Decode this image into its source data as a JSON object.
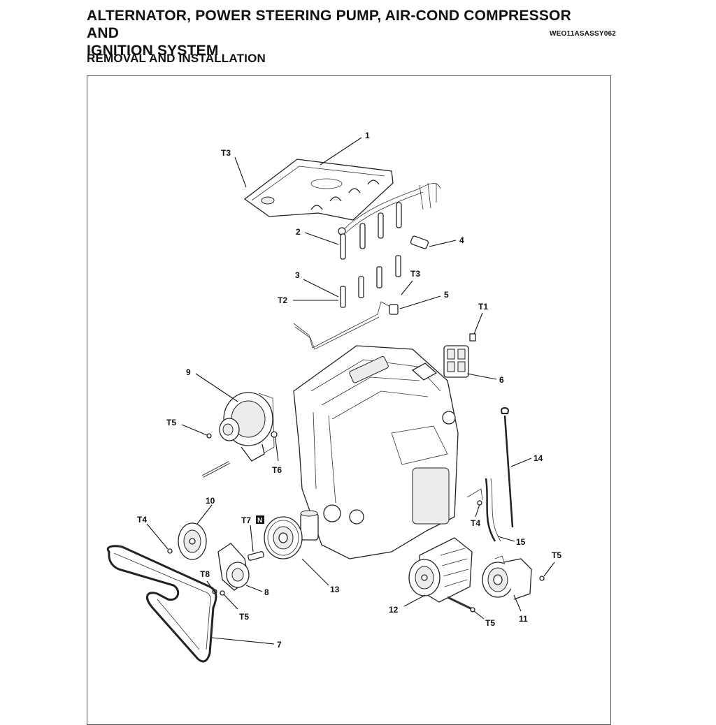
{
  "header": {
    "title_line1": "ALTERNATOR, POWER STEERING PUMP, AIR-COND COMPRESSOR AND",
    "title_line2": "IGNITION SYSTEM",
    "doc_code": "WEO11ASASSY062",
    "section": "REMOVAL AND INSTALLATION"
  },
  "callouts": {
    "p1": "1",
    "p2": "2",
    "p3": "3",
    "p4": "4",
    "p5": "5",
    "p6": "6",
    "p7": "7",
    "p8": "8",
    "p9": "9",
    "p10": "10",
    "p11": "11",
    "p12": "12",
    "p13": "13",
    "p14": "14",
    "p15": "15",
    "t1": "T1",
    "t2": "T2",
    "t3": "T3",
    "t4": "T4",
    "t5": "T5",
    "t6": "T6",
    "t7": "T7",
    "t8": "T8",
    "n_badge": "N"
  }
}
